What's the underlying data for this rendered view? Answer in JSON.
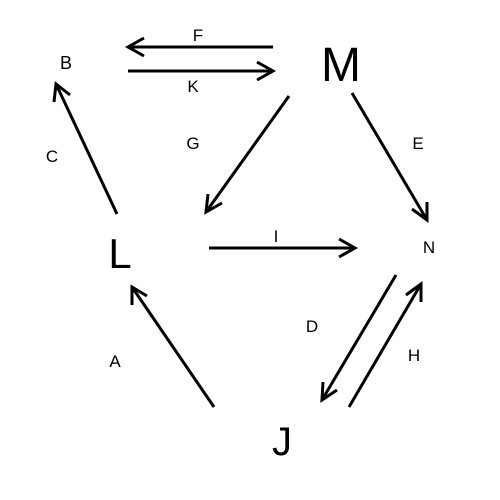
{
  "nodes": {
    "M": "M",
    "B": "B",
    "L": "L",
    "N": "N",
    "J": "J"
  },
  "edges": {
    "F": {
      "label": "F",
      "from": "M",
      "to": "B"
    },
    "K": {
      "label": "K",
      "from": "B",
      "to": "M"
    },
    "C": {
      "label": "C",
      "from": "L",
      "to": "B"
    },
    "G": {
      "label": "G",
      "from": "M",
      "to": "L"
    },
    "E": {
      "label": "E",
      "from": "M",
      "to": "N"
    },
    "I": {
      "label": "I",
      "from": "L",
      "to": "N"
    },
    "A": {
      "label": "A",
      "from": "J",
      "to": "L"
    },
    "D": {
      "label": "D",
      "from": "N",
      "to": "J"
    },
    "H": {
      "label": "H",
      "from": "J",
      "to": "N"
    }
  },
  "colors": {
    "ink": "#000000",
    "background": "#ffffff"
  }
}
